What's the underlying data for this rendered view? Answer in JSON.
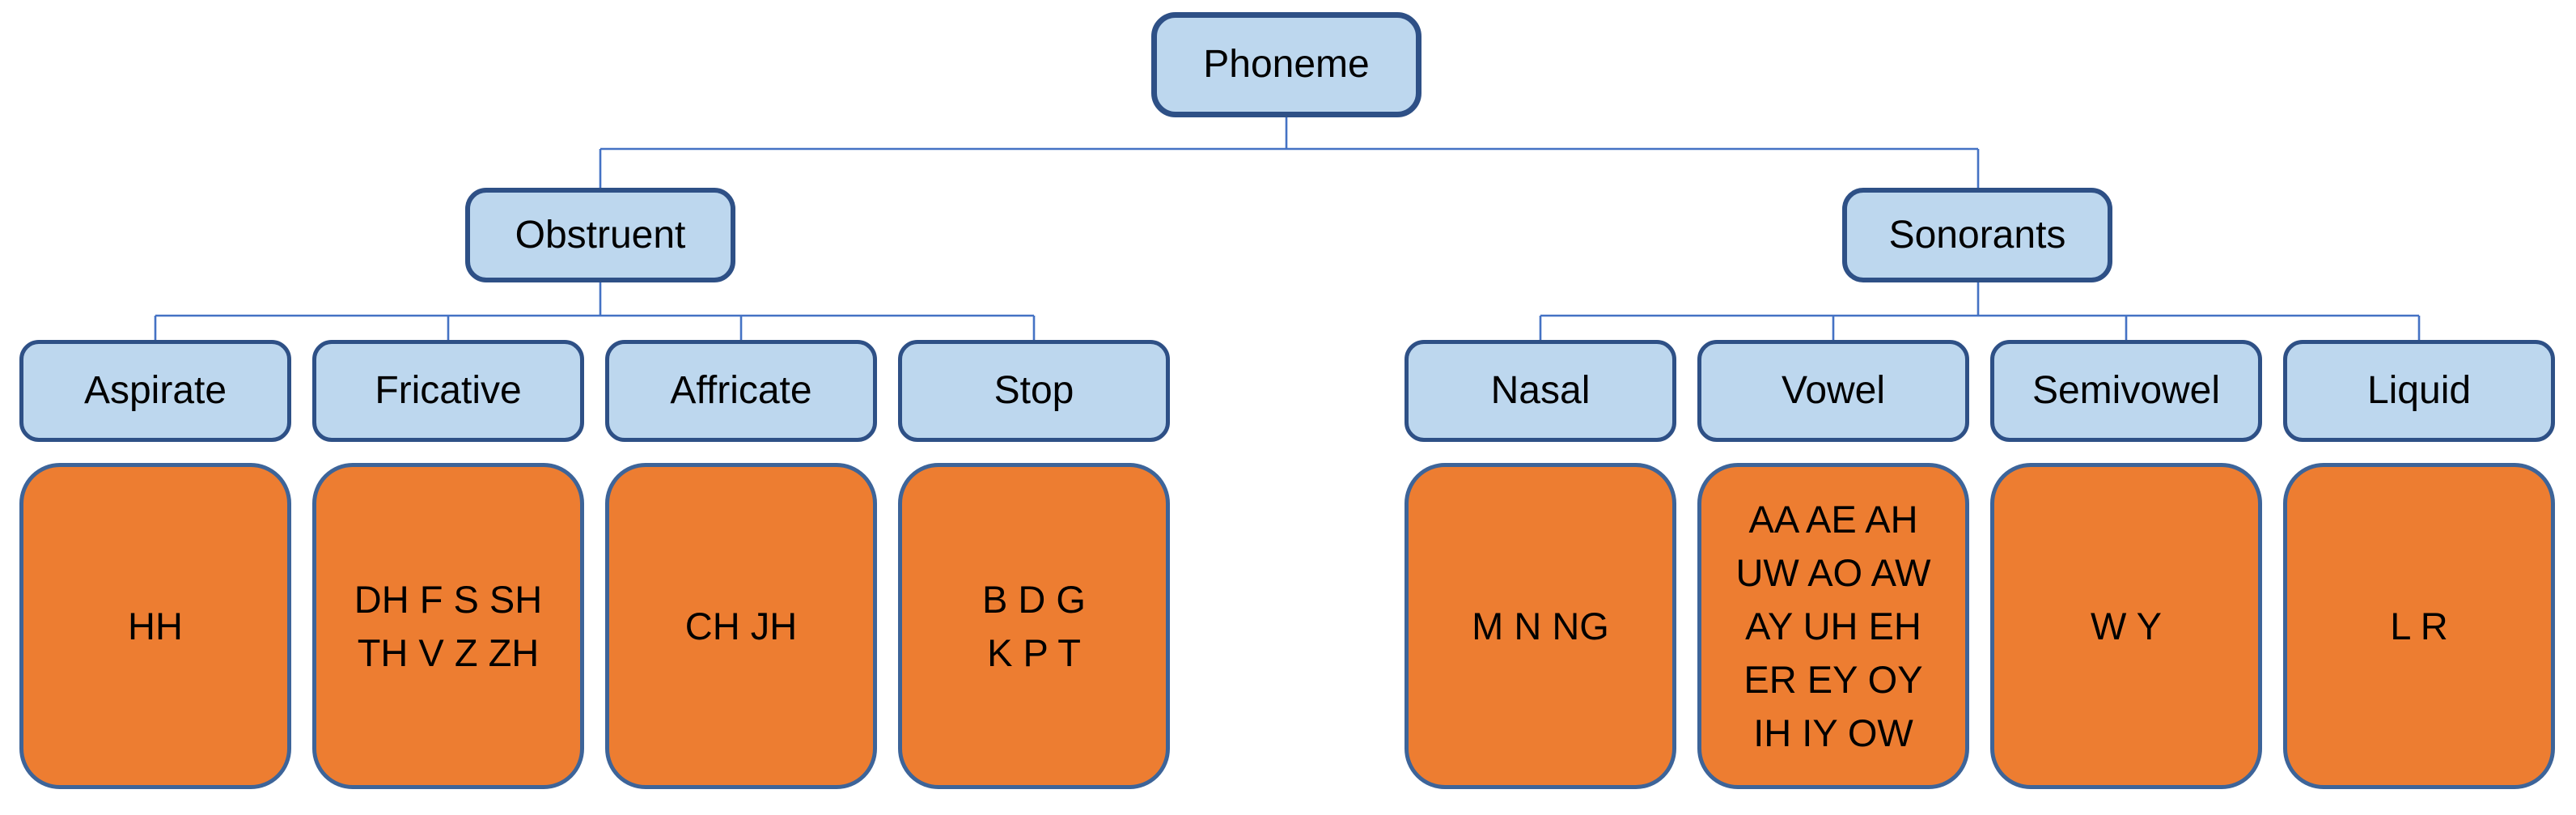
{
  "diagram": {
    "root_label": "Phoneme",
    "branches": [
      {
        "label": "Obstruent",
        "children": [
          {
            "label": "Aspirate",
            "lines": [
              "HH"
            ]
          },
          {
            "label": "Fricative",
            "lines": [
              "DH F S SH",
              "TH V Z ZH"
            ]
          },
          {
            "label": "Affricate",
            "lines": [
              "CH JH"
            ]
          },
          {
            "label": "Stop",
            "lines": [
              "B D G",
              "K P T"
            ]
          }
        ]
      },
      {
        "label": "Sonorants",
        "children": [
          {
            "label": "Nasal",
            "lines": [
              "M N NG"
            ]
          },
          {
            "label": "Vowel",
            "lines": [
              "AA AE AH",
              "UW AO AW",
              "AY UH EH",
              "ER EY OY",
              "IH IY OW"
            ]
          },
          {
            "label": "Semivowel",
            "lines": [
              "W Y"
            ]
          },
          {
            "label": "Liquid",
            "lines": [
              "L R"
            ]
          }
        ]
      }
    ],
    "colors": {
      "category_fill": "#BDD7EE",
      "category_border": "#2E5086",
      "phoneme_fill": "#ED7D31",
      "phoneme_border": "#3D6499",
      "connector": "#4472C4",
      "text": "#000000",
      "background": "#FFFFFF"
    }
  }
}
